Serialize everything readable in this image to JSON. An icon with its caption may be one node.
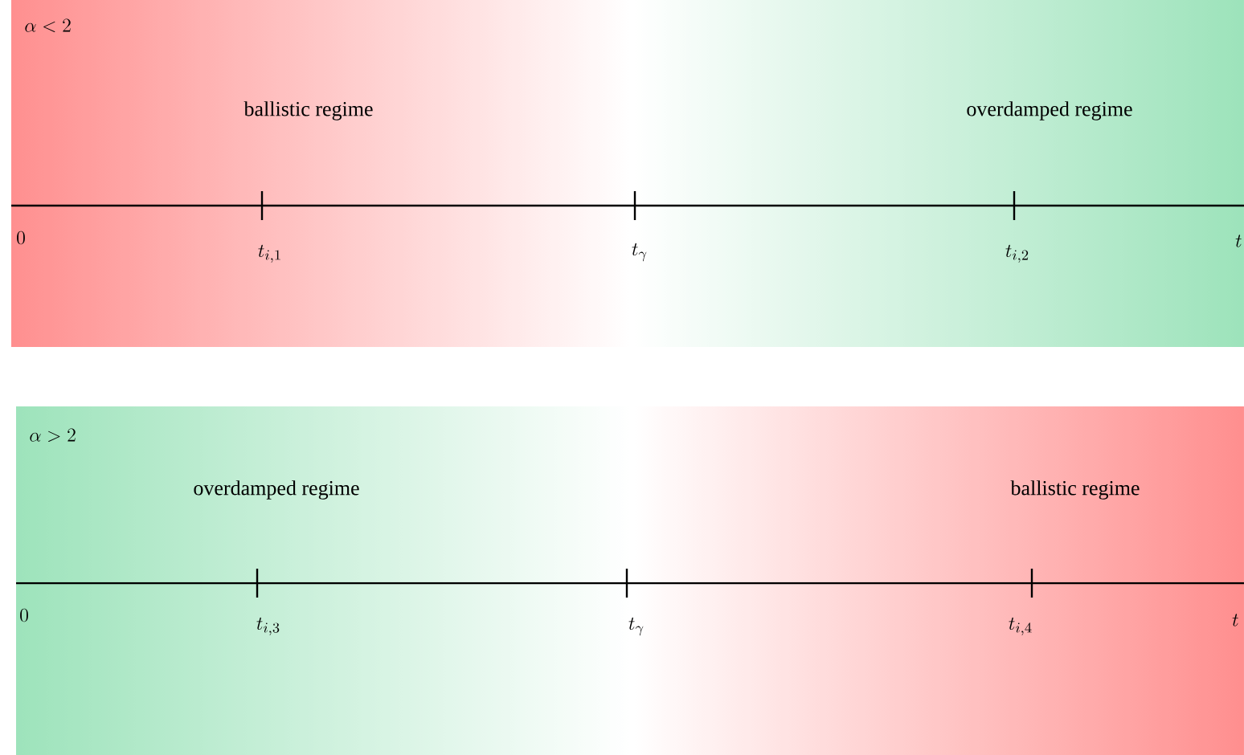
{
  "diagram": {
    "labels": [
      "\\alpha < 2",
      "ballistic regime",
      "overdamped regime",
      "0",
      "t_{i,1}",
      "t_\\gamma",
      "t_{i,2}",
      "t",
      "\\alpha > 2",
      "overdamped regime",
      "ballistic regime",
      "0",
      "t_{i,3}",
      "t_\\gamma",
      "t_{i,4}",
      "t"
    ]
  }
}
